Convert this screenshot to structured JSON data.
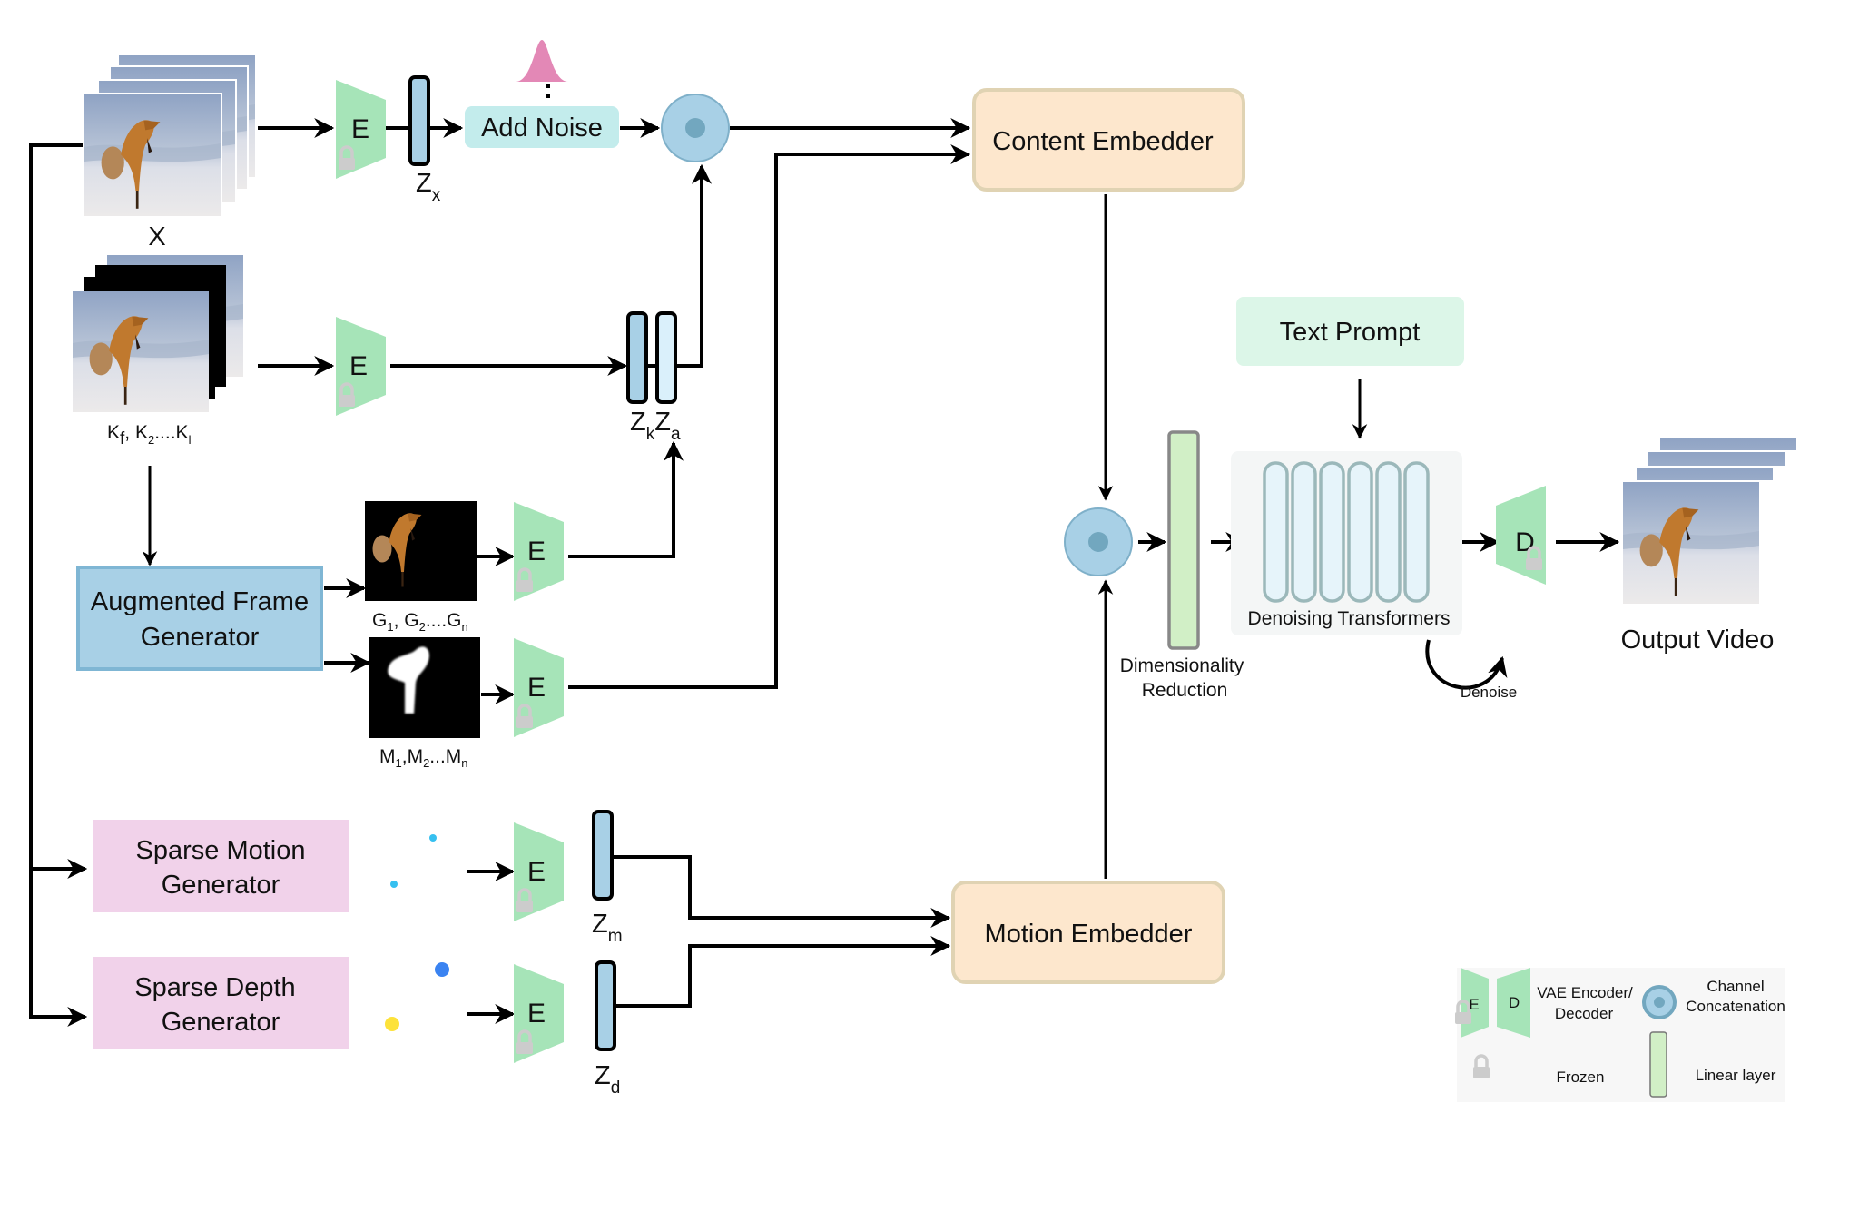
{
  "colors": {
    "encoder": "#a6e4b8",
    "latent": "#a8d0e6",
    "latent_light": "#daf0fb",
    "add_noise": "#c3ecec",
    "noise_bell": "#e388b6",
    "concat_outer": "#a8d0e6",
    "concat_inner": "#72a7bf",
    "embedder_fill": "#fde7cd",
    "embedder_border": "#e0d3b3",
    "augmented_fill": "#a8d0e6",
    "augmented_border": "#7fb6d4",
    "sparse_fill": "#f1d2ea",
    "text_prompt_fill": "#dcf6e8",
    "linear_fill": "#d1efc6",
    "transformer_panel": "#f4f6f6",
    "transformer_cell": "#e6f4fa",
    "transformer_cell_border": "#9bb8ba",
    "lock": "#cccccc",
    "legend_bg": "#f7f7f7"
  },
  "inputs": {
    "video_label": "X",
    "keyframes_label": {
      "base": "K",
      "parts": [
        "f",
        ", K",
        "2",
        "....K",
        "l"
      ]
    }
  },
  "encoders": {
    "encoder_letter": "E",
    "decoder_letter": "D"
  },
  "latents": {
    "zx": {
      "base": "Z",
      "sub": "x"
    },
    "zk": {
      "base": "Z",
      "sub": "k"
    },
    "za": {
      "base": "Z",
      "sub": "a"
    },
    "zm": {
      "base": "Z",
      "sub": "m"
    },
    "zd": {
      "base": "Z",
      "sub": "d"
    }
  },
  "blocks": {
    "add_noise": "Add Noise",
    "content_embedder": "Content Embedder",
    "motion_embedder": "Motion Embedder",
    "augmented_generator": [
      "Augmented Frame",
      "Generator"
    ],
    "sparse_motion": [
      "Sparse Motion",
      "Generator"
    ],
    "sparse_depth": [
      "Sparse Depth",
      "Generator"
    ],
    "text_prompt": "Text Prompt",
    "dimensionality_reduction": [
      "Dimensionality",
      "Reduction"
    ],
    "denoising_transformers": "Denoising Transformers",
    "denoise": "Denoise",
    "output_video": "Output Video"
  },
  "augmented_outputs": {
    "g_label": [
      "G",
      "1",
      ", G",
      "2",
      "....G",
      "n"
    ],
    "m_label": [
      "M",
      "1",
      ",M",
      "2",
      "...M",
      "n"
    ]
  },
  "transformer_layers": 6,
  "legend": {
    "vae": [
      "VAE Encoder/",
      "Decoder"
    ],
    "concat": [
      "Channel",
      "Concatenation"
    ],
    "frozen": "Frozen",
    "linear": "Linear layer"
  }
}
